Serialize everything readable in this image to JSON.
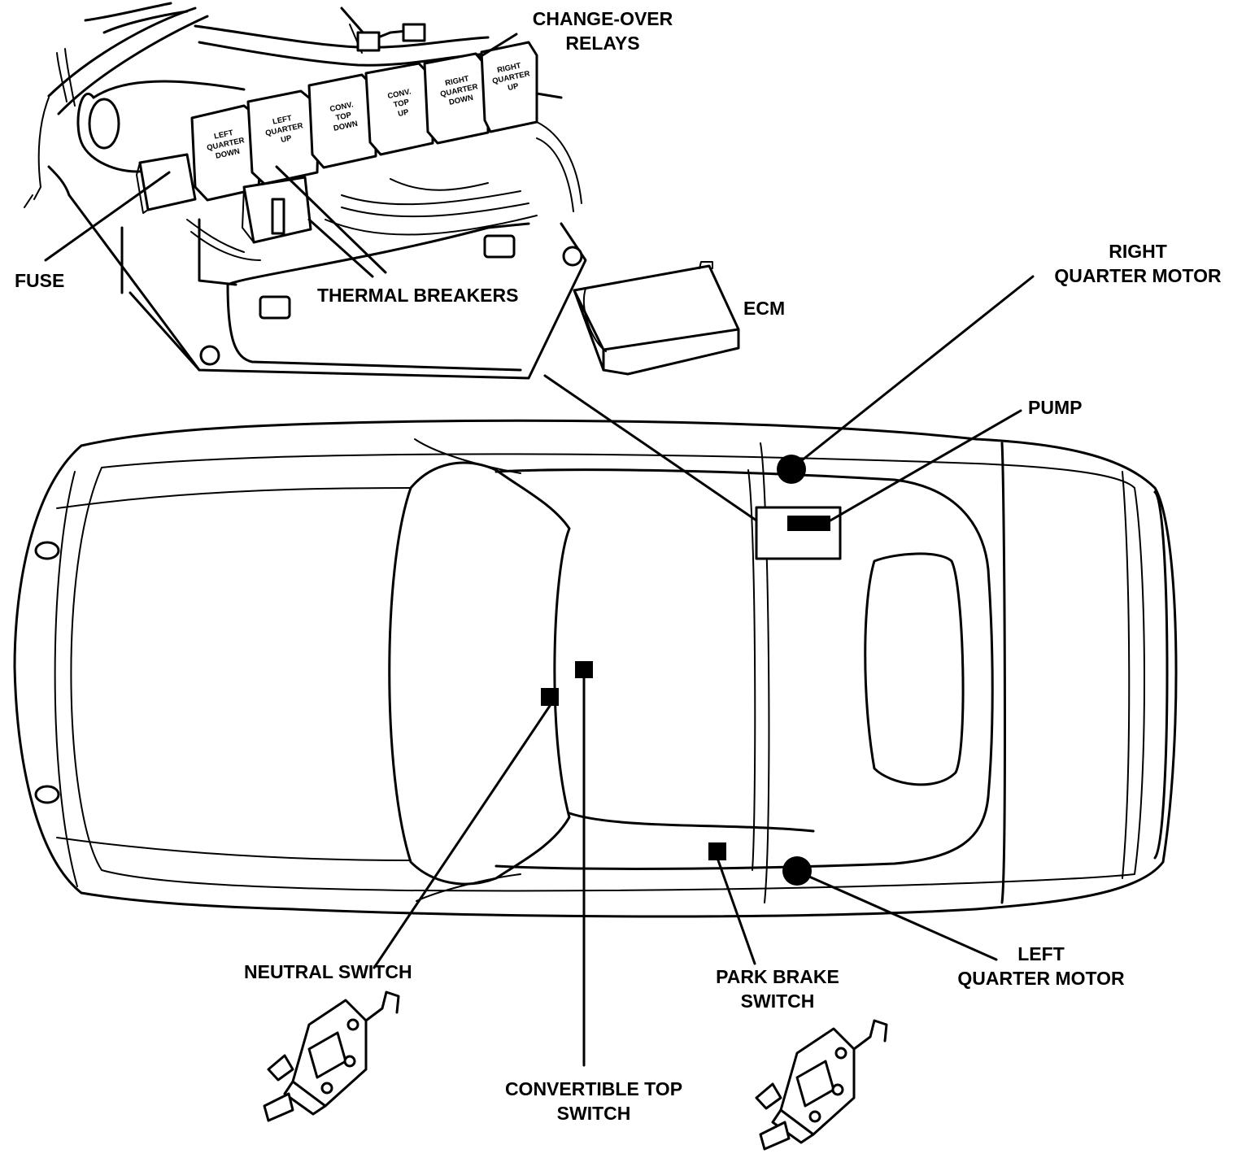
{
  "labels": {
    "change_over_relays": [
      "CHANGE-OVER",
      "RELAYS"
    ],
    "fuse": "FUSE",
    "thermal_breakers": "THERMAL BREAKERS",
    "ecm": "ECM",
    "right_quarter_motor": [
      "RIGHT",
      "QUARTER MOTOR"
    ],
    "pump": "PUMP",
    "neutral_switch": "NEUTRAL SWITCH",
    "park_brake_switch": [
      "PARK BRAKE",
      "SWITCH"
    ],
    "left_quarter_motor": [
      "LEFT",
      "QUARTER MOTOR"
    ],
    "convertible_top_switch": [
      "CONVERTIBLE TOP",
      "SWITCH"
    ]
  },
  "relays": [
    [
      "LEFT",
      "QUARTER",
      "DOWN"
    ],
    [
      "LEFT",
      "QUARTER",
      "UP"
    ],
    [
      "CONV.",
      "TOP",
      "DOWN"
    ],
    [
      "CONV.",
      "TOP",
      "UP"
    ],
    [
      "RIGHT",
      "QUARTER",
      "DOWN"
    ],
    [
      "RIGHT",
      "QUARTER",
      "UP"
    ]
  ],
  "colors": {
    "ink": "#000000",
    "background": "#ffffff"
  }
}
